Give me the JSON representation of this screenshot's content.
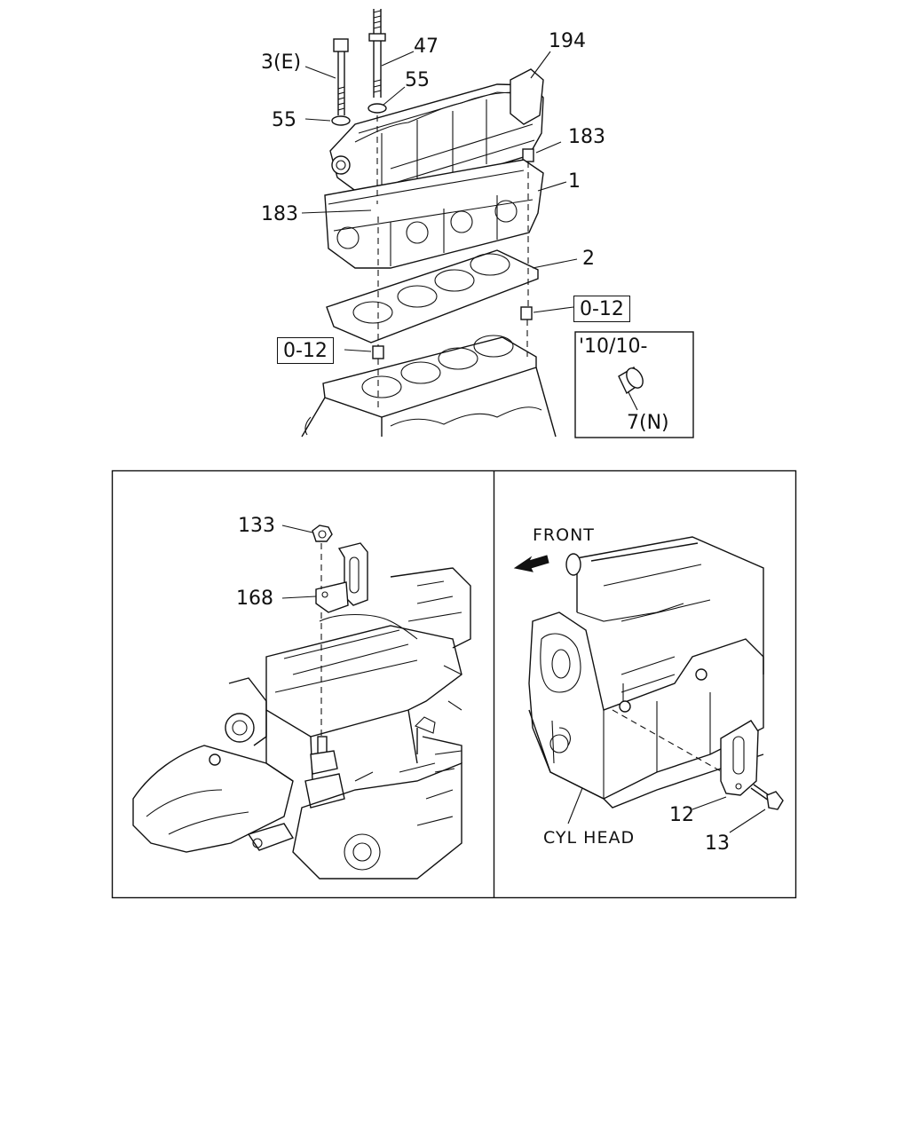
{
  "top_diagram": {
    "callouts": {
      "p3": "3(E)",
      "p47": "47",
      "p194": "194",
      "p55a": "55",
      "p55b": "55",
      "p183a": "183",
      "p183b": "183",
      "p1": "1",
      "p2": "2",
      "ref_right": "0-12",
      "ref_left": "0-12"
    },
    "inset": {
      "date": "'10/10-",
      "part": "7(N)"
    }
  },
  "bottom_left_panel": {
    "callouts": {
      "p133": "133",
      "p168": "168"
    }
  },
  "bottom_right_panel": {
    "front_label": "FRONT",
    "cyl_head_label": "CYL HEAD",
    "callouts": {
      "p12": "12",
      "p13": "13"
    }
  }
}
